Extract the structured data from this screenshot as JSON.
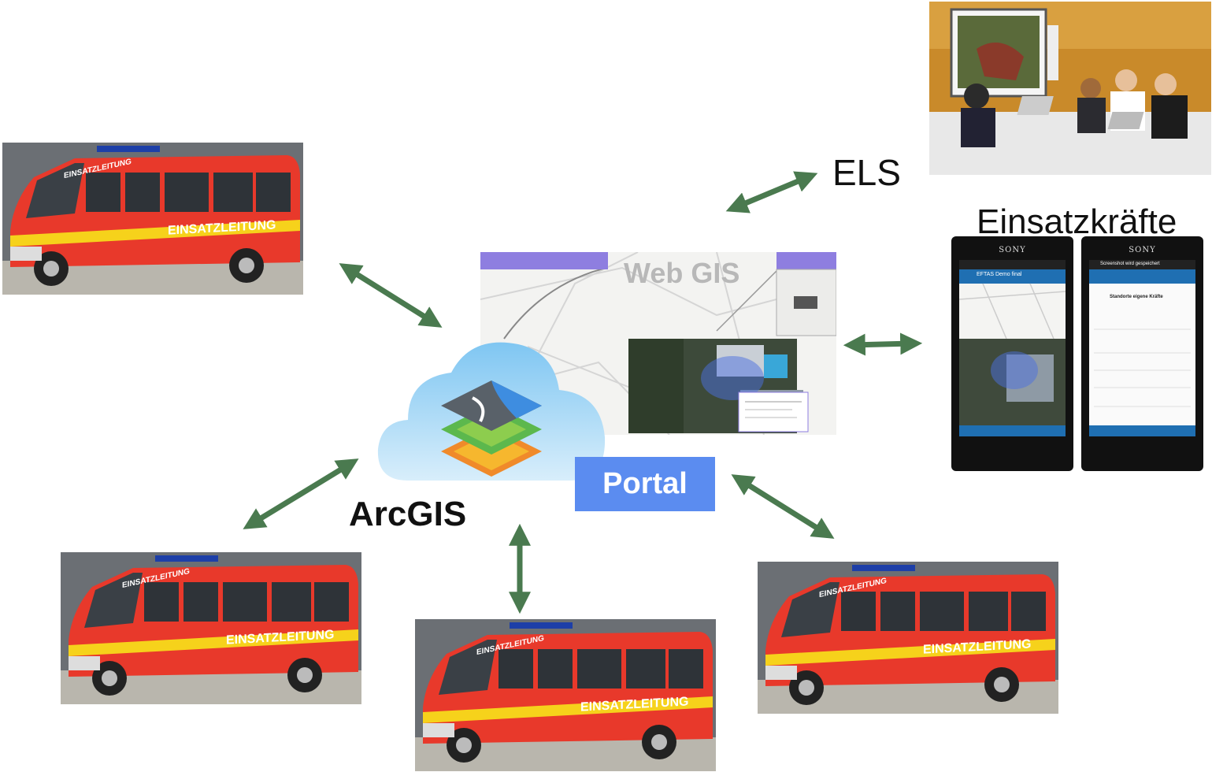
{
  "labels": {
    "els": "ELS",
    "einsatzkraefte": "Einsatzkräfte",
    "arcgis": "ArcGIS",
    "portal": "Portal",
    "webgis": "Web GIS"
  },
  "van_text": {
    "side": "EINSATZLEITUNG",
    "hood": "EINSATZLEITUNG"
  },
  "phones": {
    "brand": "SONY",
    "left_app_title": "EFTAS Demo final",
    "right_status": "Screenshot wird gespeichert",
    "right_form_title": "Standorte eigene Kräfte"
  },
  "colors": {
    "arrow": "#4a7a4f",
    "portal_bg": "#5b8cf0",
    "van_red": "#e8392b",
    "van_stripe": "#f6d21b",
    "phone_blue": "#1f6fb2"
  }
}
